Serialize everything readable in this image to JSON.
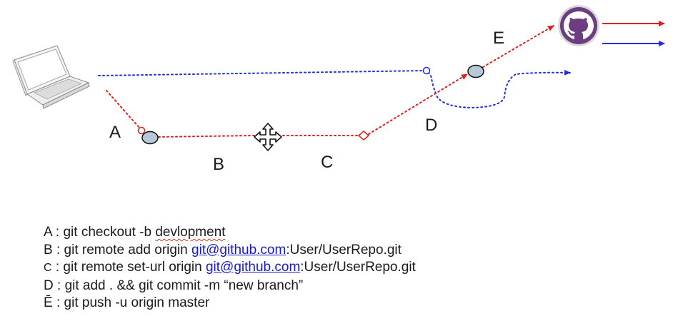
{
  "colors": {
    "local_path": "#e0201c",
    "remote_path": "#1f2fe0",
    "node_fill": "#b7c9d8",
    "github_purple": "#6c3d80"
  },
  "icons": [
    "laptop-icon",
    "github-octocat-icon",
    "move-arrows-icon"
  ],
  "labels": {
    "a": "A",
    "b": "B",
    "c": "C",
    "d": "D",
    "e": "E"
  },
  "legend": {
    "a": {
      "letter": "A",
      "sep": " : ",
      "cmd_pre": "git checkout -b ",
      "cmd_word": "devlopment"
    },
    "b": {
      "letter": "B",
      "sep": " : ",
      "cmd_pre": "git remote add origin ",
      "link": "git@github.com",
      "cmd_post": ":User/UserRepo.git"
    },
    "c": {
      "letter": "C",
      "sep": " : ",
      "cmd_pre": "git remote set-url origin ",
      "link": "git@github.com",
      "cmd_post": ":User/UserRepo.git"
    },
    "d": {
      "letter": "D",
      "sep": " : ",
      "cmd": "git add . && git commit -m “new branch”"
    },
    "e": {
      "letter": "Ē",
      "sep": " : ",
      "cmd": "git push -u origin master"
    }
  }
}
